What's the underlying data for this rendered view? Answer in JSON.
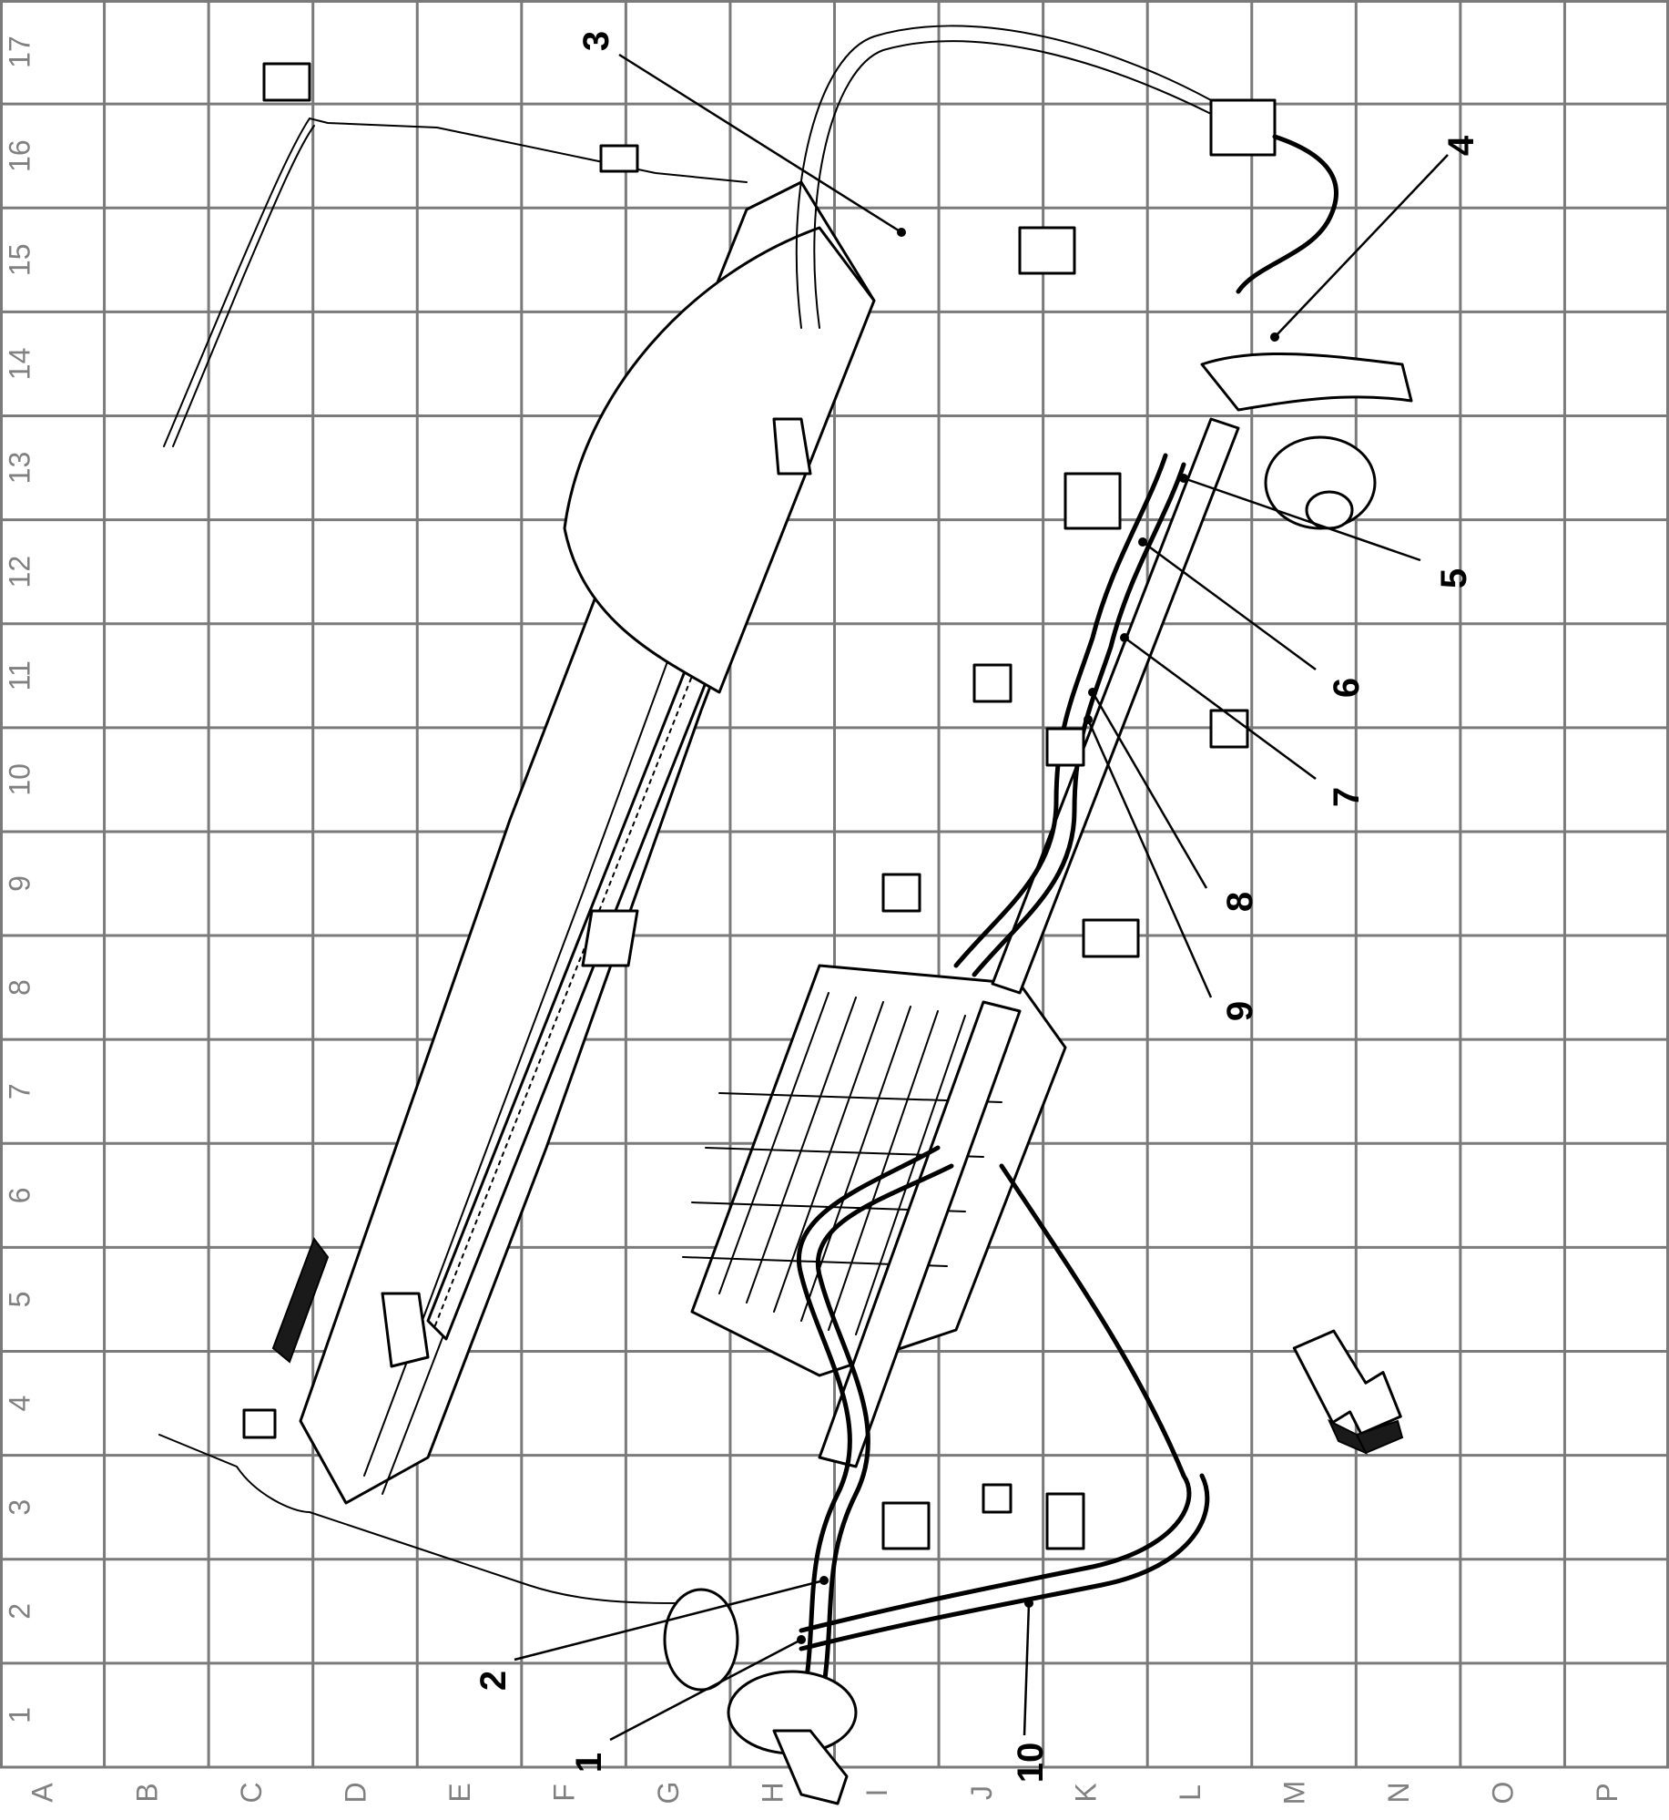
{
  "grid": {
    "columns": [
      "A",
      "B",
      "C",
      "D",
      "E",
      "F",
      "G",
      "H",
      "I",
      "J",
      "K",
      "L",
      "M",
      "N",
      "O",
      "P"
    ],
    "rows": [
      "1",
      "2",
      "3",
      "4",
      "5",
      "6",
      "7",
      "8",
      "9",
      "10",
      "11",
      "12",
      "13",
      "14",
      "15",
      "16",
      "17"
    ]
  },
  "callouts": [
    {
      "id": "1",
      "text": "1"
    },
    {
      "id": "2",
      "text": "2"
    },
    {
      "id": "3",
      "text": "3"
    },
    {
      "id": "4",
      "text": "4"
    },
    {
      "id": "5",
      "text": "5"
    },
    {
      "id": "6",
      "text": "6"
    },
    {
      "id": "7",
      "text": "7"
    },
    {
      "id": "8",
      "text": "8"
    },
    {
      "id": "9",
      "text": "9"
    },
    {
      "id": "10",
      "text": "10"
    }
  ],
  "colors": {
    "grid": "#7a7a7a",
    "labels": "#808080",
    "linework": "#000000"
  },
  "icons": {
    "direction": "front-arrow-icon"
  }
}
